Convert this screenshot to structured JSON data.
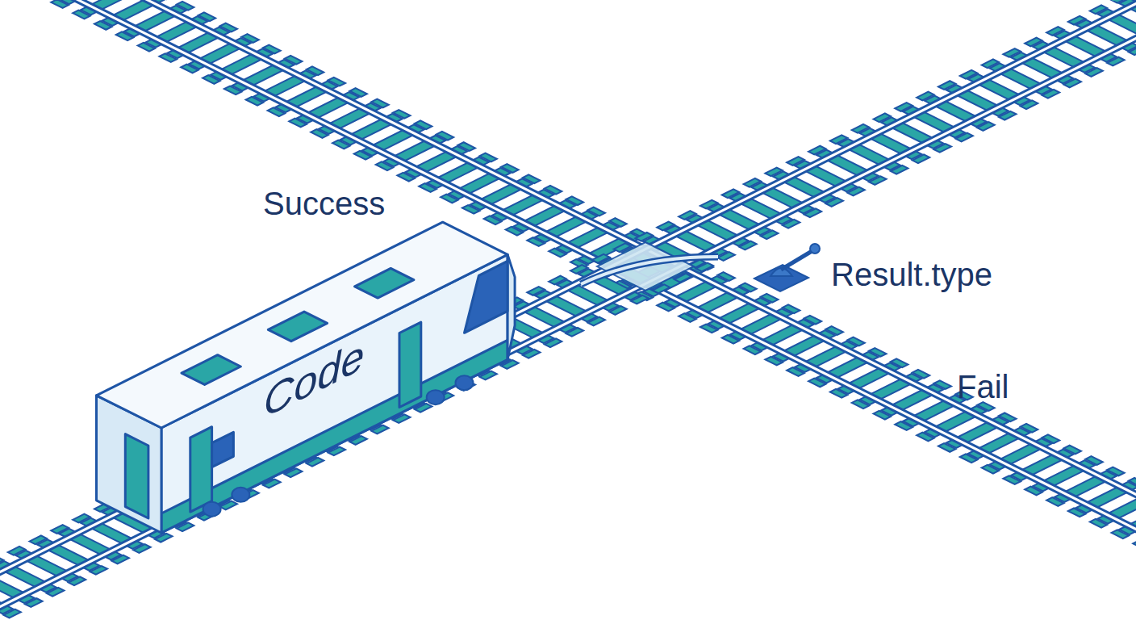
{
  "diagram": {
    "nodes": [
      {
        "text": [
          "Code"
        ]
      }
    ],
    "labels": [
      "Success",
      "Result.type",
      "Fail"
    ]
  }
}
